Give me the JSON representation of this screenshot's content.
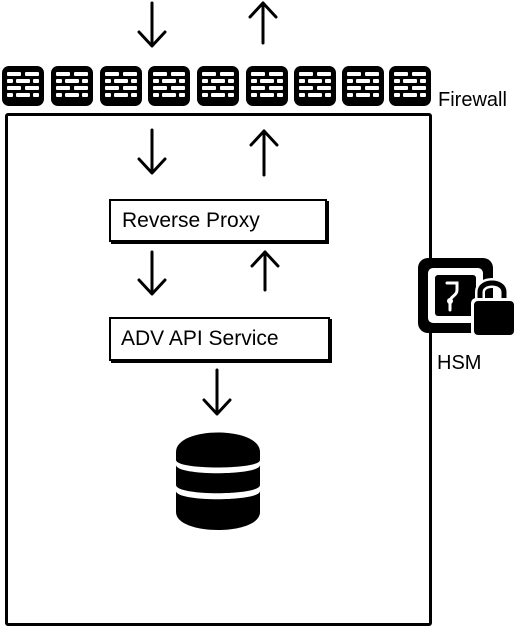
{
  "firewall": {
    "label": "Firewall"
  },
  "proxy": {
    "label": "Reverse Proxy"
  },
  "api": {
    "label": "ADV API Service"
  },
  "hsm": {
    "label": "HSM",
    "icon": "hsm-lock-icon"
  },
  "database": {
    "icon": "database-icon"
  }
}
